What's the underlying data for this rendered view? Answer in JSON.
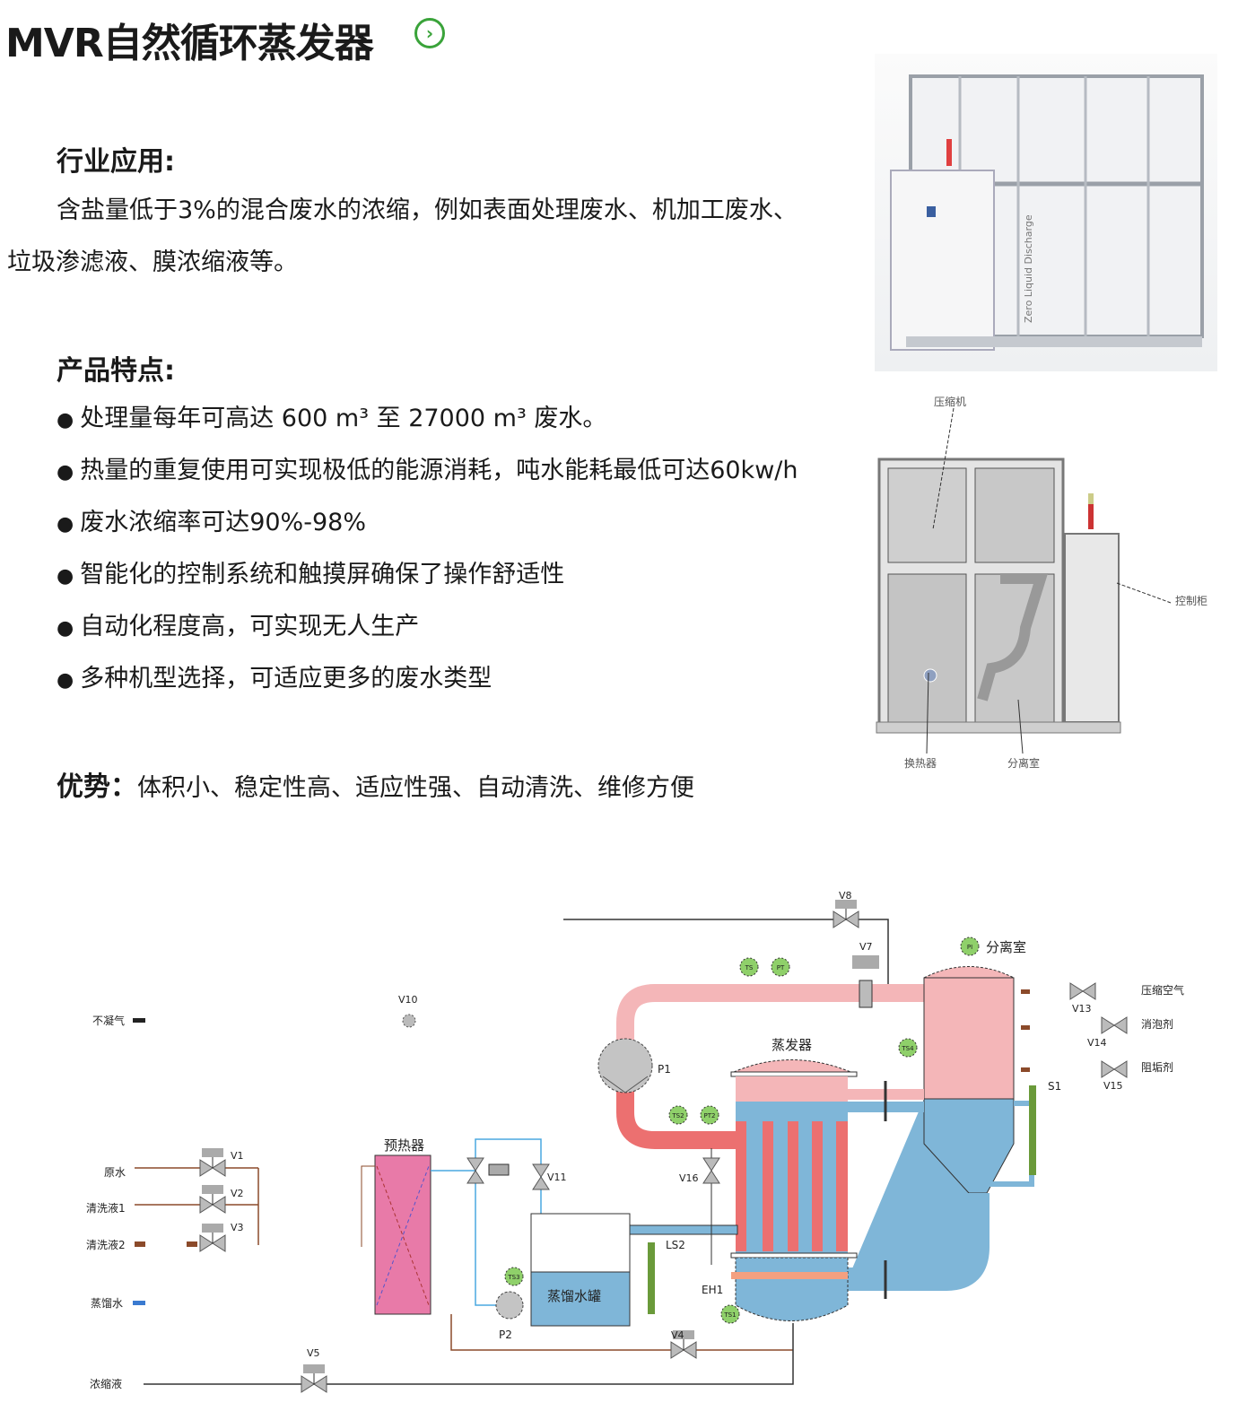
{
  "title": "MVR自然循环蒸发器",
  "title_icon": "circle-chevron-right-icon",
  "industry": {
    "heading": "行业应用:",
    "line1": "含盐量低于3%的混合废水的浓缩，例如表面处理废水、机加工废水、",
    "line2": "垃圾渗滤液、膜浓缩液等。"
  },
  "features": {
    "heading": "产品特点:",
    "items": [
      "处理量每年可高达 600 m³ 至 27000 m³ 废水。",
      "热量的重复使用可实现极低的能源消耗，吨水能耗最低可达60kw/h",
      "废水浓缩率可达90%-98%",
      "智能化的控制系统和触摸屏确保了操作舒适性",
      "自动化程度高，可实现无人生产",
      "多种机型选择，可适应更多的废水类型"
    ]
  },
  "advantages": {
    "heading": "优势：",
    "text": "体积小、稳定性高、适应性强、自动清洗、维修方便"
  },
  "photo": {
    "brand_text": "Zero Liquid Discharge"
  },
  "drawing": {
    "compressor": "压缩机",
    "control_cabinet": "控制柜",
    "heat_exchanger": "换热器",
    "separator": "分离室"
  },
  "diagram": {
    "inlets": {
      "noncondensable": "不凝气",
      "raw_water": "原水",
      "cleaning1": "清洗液1",
      "cleaning2": "清洗液2",
      "distilled": "蒸馏水",
      "concentrate": "浓缩液"
    },
    "units": {
      "preheater": "预热器",
      "evaporator": "蒸发器",
      "separator": "分离室",
      "tank": "蒸馏水罐",
      "p1": "P1",
      "p2": "P2",
      "eh1": "EH1",
      "s1": "S1",
      "ls2": "LS2"
    },
    "valves": {
      "v1": "V1",
      "v2": "V2",
      "v3": "V3",
      "v4": "V4",
      "v5": "V5",
      "v7": "V7",
      "v8": "V8",
      "v10": "V10",
      "v11": "V11",
      "v13": "V13",
      "v14": "V14",
      "v15": "V15",
      "v16": "V16"
    },
    "dosing": {
      "air": "压缩空气",
      "antifoam": "消泡剂",
      "antiscalant": "阻垢剂"
    },
    "gauges": {
      "ts": "TS",
      "pt": "PT",
      "ts2": "TS2",
      "pt2": "PT2",
      "ts3": "TS3",
      "ts4": "TS4",
      "ts1": "TS1",
      "pi": "PI"
    },
    "colors": {
      "vapor": "#f4b6b8",
      "hot": "#ec7070",
      "liquid": "#7fb6d8",
      "preheater": "#e87aa8",
      "gauge": "#8fd06a",
      "brown": "#8b4a2a"
    }
  }
}
